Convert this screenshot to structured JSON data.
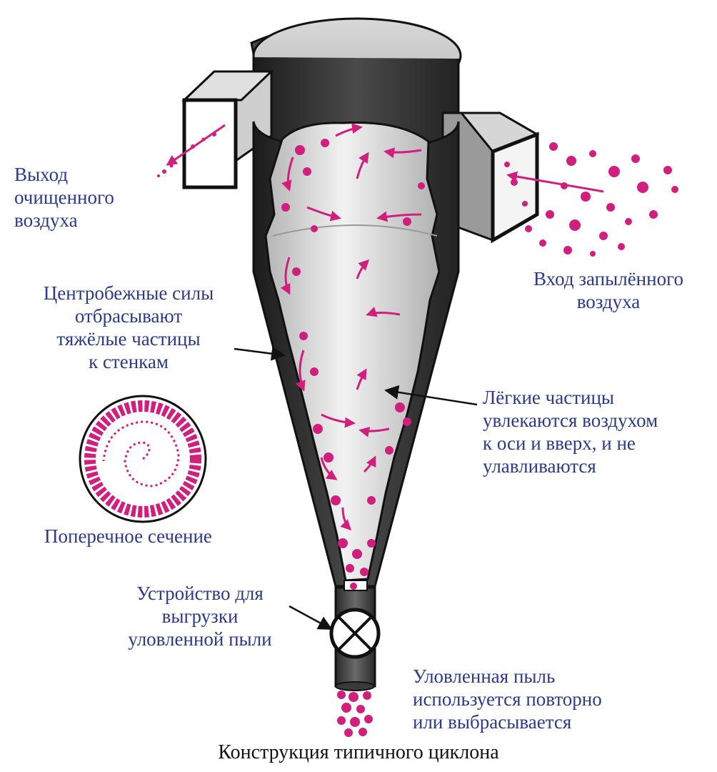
{
  "labels": {
    "outlet": "Выход\nочищенного\nвоздуха",
    "inlet": "Вход запылённого\nвоздуха",
    "centrifugal": "Центробежные силы\nотбрасывают\nтяжёлые частицы\nк  стенкам",
    "light": "Лёгкие частицы\nувлекаются воздухом\nк оси и вверх, и не\nулавливаются",
    "section": "Поперечное сечение",
    "discharge": "Устройство для\nвыгрузки\nуловленной пыли",
    "dust": "Уловленная пыль\nиспользуется повторно\nили выбрасывается"
  },
  "caption": "Конструкция типичного циклона",
  "colors": {
    "label_text": "#2b3a8c",
    "particles": "#d01f7c",
    "body_dark": "#3a3a3a",
    "body_light": "#c9c9c9",
    "outline": "#111111"
  }
}
